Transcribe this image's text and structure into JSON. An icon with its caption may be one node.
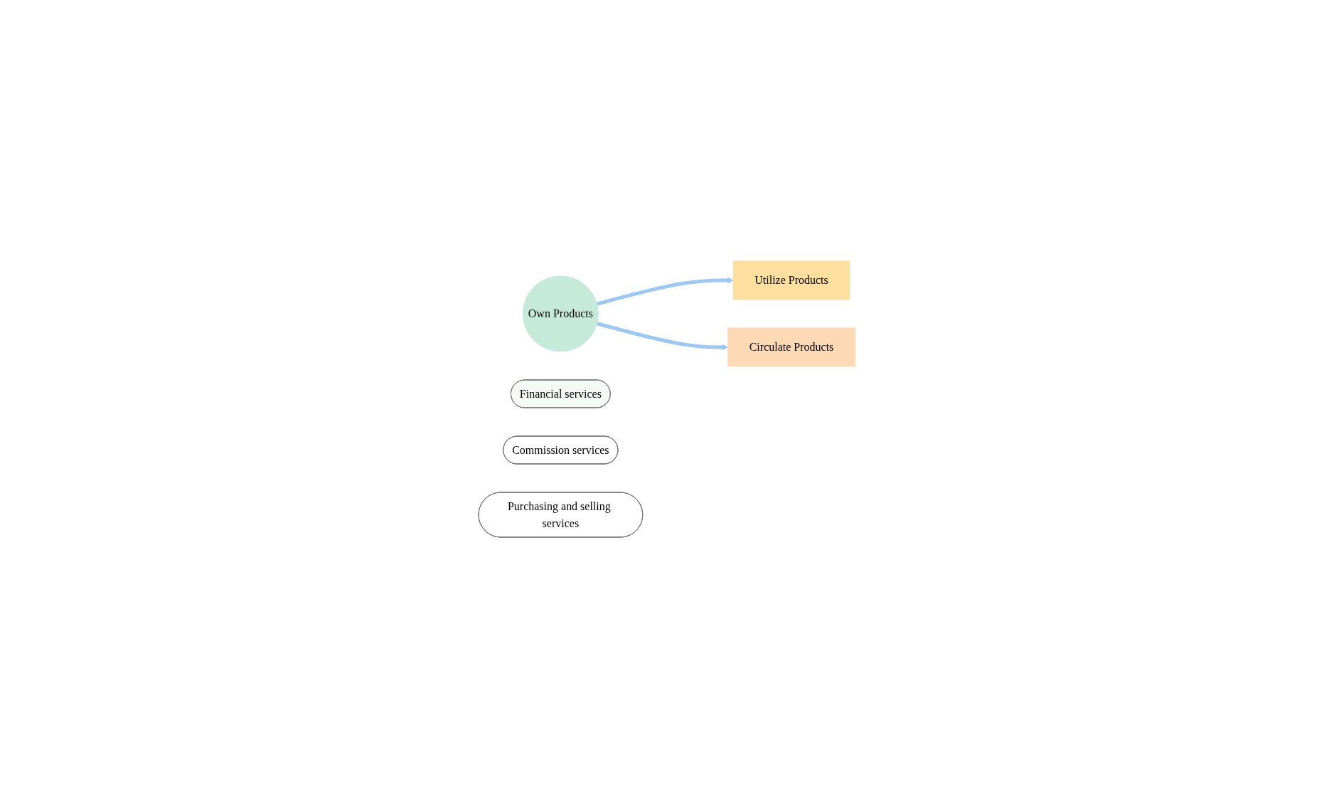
{
  "diagram": {
    "nodes": [
      {
        "text": [
          "Own Products"
        ]
      },
      {
        "text": [
          "Financial services"
        ]
      },
      {
        "text": [
          "Utilize Products"
        ]
      },
      {
        "text": [
          "Commission services"
        ]
      },
      {
        "text": [
          "Purchasing and selling services"
        ]
      },
      {
        "text": [
          "Circulate Products"
        ]
      }
    ],
    "edges": [
      {
        "from": 0,
        "to": 2,
        "arrow": "to"
      },
      {
        "from": 0,
        "to": 5,
        "arrow": "to"
      }
    ]
  }
}
